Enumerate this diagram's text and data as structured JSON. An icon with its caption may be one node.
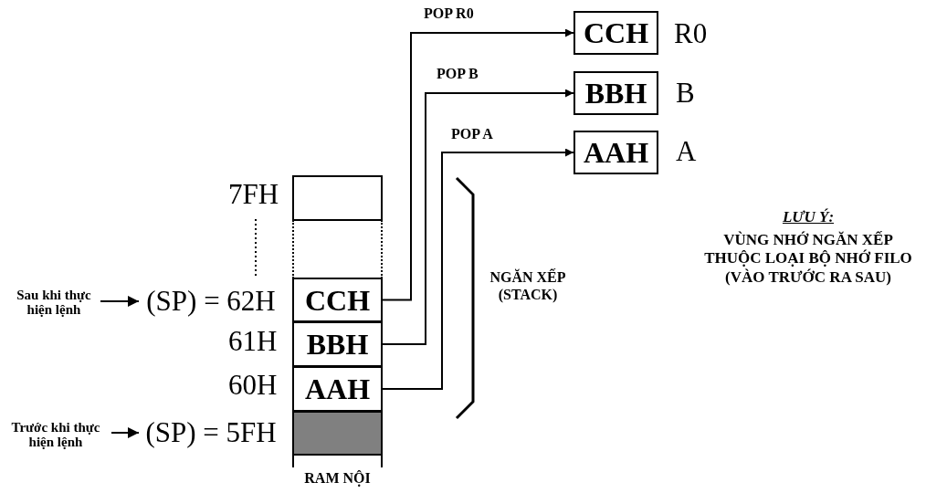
{
  "diagram": {
    "nodes": [
      {
        "text": [],
        "shape": "box",
        "beside": [
          "7FH"
        ]
      },
      {
        "text": [],
        "shape": "box"
      },
      {
        "text": [
          "CCH"
        ]
      },
      {
        "text": [
          "BBH"
        ],
        "beside": [
          "61H"
        ]
      },
      {
        "text": [
          "AAH"
        ],
        "beside": [
          "60H"
        ]
      },
      {
        "text": [],
        "shape": "box"
      },
      {
        "text": [
          "CCH"
        ],
        "beside": [
          "R0"
        ]
      },
      {
        "text": [
          "BBH"
        ],
        "beside": [
          "B"
        ]
      },
      {
        "text": [
          "AAH"
        ],
        "beside": [
          "A"
        ]
      },
      {
        "text": [
          "Sau khi thực hiện lệnh"
        ]
      },
      {
        "text": [
          "(SP) = 62H"
        ]
      },
      {
        "text": [
          "Trước khi thực hiện lệnh"
        ]
      },
      {
        "text": [
          "(SP) = 5FH"
        ]
      }
    ],
    "edges": [
      {
        "from": 2,
        "to": 6,
        "arrow": "to",
        "label": "POP R0"
      },
      {
        "from": 3,
        "to": 7,
        "arrow": "to",
        "label": "POP B"
      },
      {
        "from": 4,
        "to": 8,
        "arrow": "to",
        "label": "POP A"
      },
      {
        "from": 9,
        "to": 10,
        "arrow": "to"
      },
      {
        "from": 11,
        "to": 12,
        "arrow": "to"
      }
    ],
    "labels": [
      "NGĂN XẾP (STACK)",
      "RAM NỘI",
      "LƯU Ý:",
      "VÙNG NHỚ NGĂN XẾP THUỘC LOẠI BỘ NHỚ FILO (VÀO TRƯỚC RA SAU)"
    ]
  }
}
